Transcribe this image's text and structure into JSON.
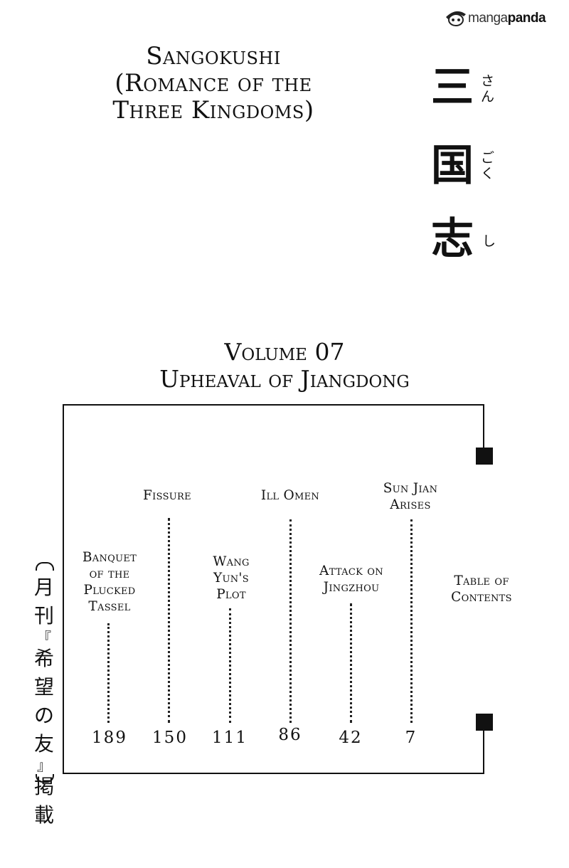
{
  "watermark": {
    "text_light": "manga",
    "text_bold": "panda",
    "icon": "panda-hat-logo-icon"
  },
  "title": {
    "line1": "Sangokushi",
    "line2": "(Romance of the",
    "line3": "Three Kingdoms)"
  },
  "title_jp": {
    "kanji": [
      "三",
      "国",
      "志"
    ],
    "furigana": [
      "さん",
      "ごく",
      "し"
    ]
  },
  "volume": {
    "line1": "Volume 07",
    "line2": "Upheaval of Jiangdong"
  },
  "contents": {
    "table_of_contents": [
      "Table of",
      "Contents"
    ],
    "chapters": [
      {
        "title": [
          "Sun Jian",
          "Arises"
        ],
        "page": "7"
      },
      {
        "title": [
          "Attack on",
          "Jingzhou"
        ],
        "page": "42"
      },
      {
        "title": [
          "Ill Omen"
        ],
        "page": "86"
      },
      {
        "title": [
          "Wang",
          "Yun's",
          "Plot"
        ],
        "page": "111"
      },
      {
        "title": [
          "Fissure"
        ],
        "page": "150"
      },
      {
        "title": [
          "Banquet",
          "of the",
          "Plucked",
          "Tassel"
        ],
        "page": "189"
      }
    ]
  },
  "serialization": {
    "characters": [
      "月",
      "刊",
      "『",
      "希",
      "望",
      "の",
      "友",
      "』",
      "掲",
      "載"
    ]
  }
}
